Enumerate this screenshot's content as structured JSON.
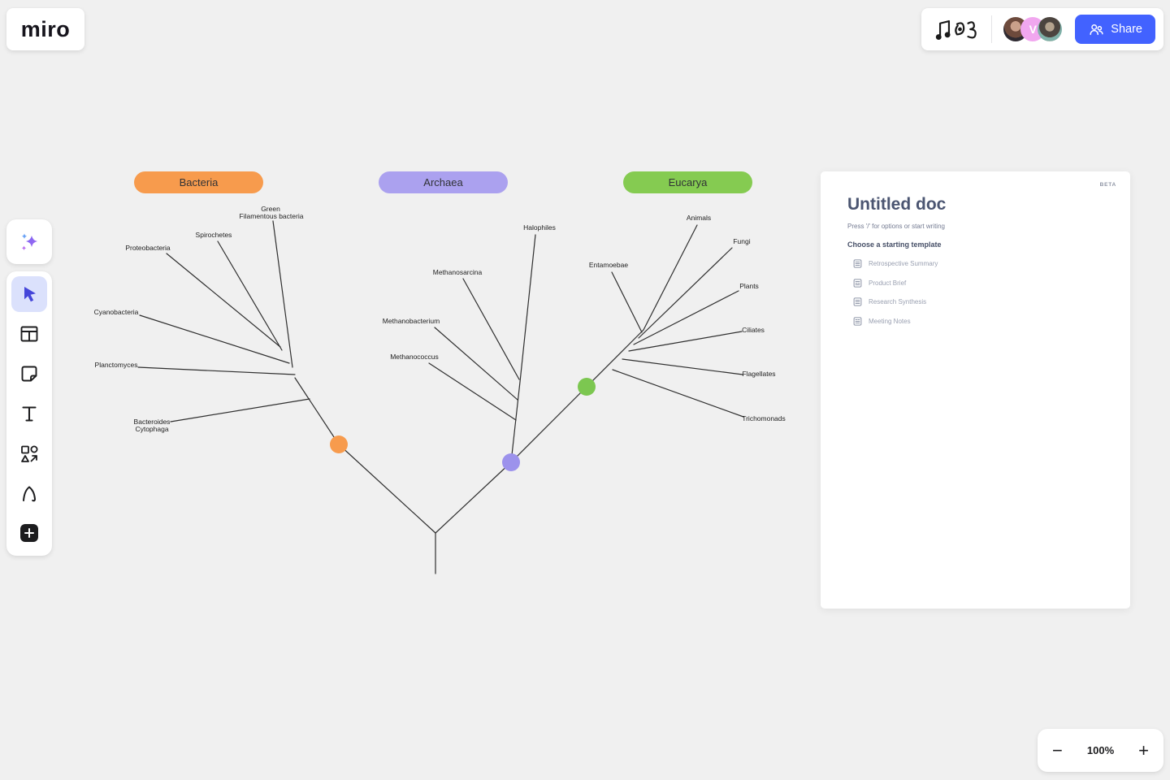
{
  "brand": {
    "logo_text": "miro"
  },
  "topbar": {
    "doodle_icon": "hand-drawn-music-note-doodle",
    "collaborators": [
      {
        "kind": "photo",
        "label": "collaborator-photo-1"
      },
      {
        "kind": "initial",
        "label": "V",
        "color": "#f1a7ef"
      },
      {
        "kind": "photo",
        "label": "collaborator-photo-2"
      }
    ],
    "share": {
      "label": "Share",
      "color": "#4262ff",
      "icon": "people-icon"
    }
  },
  "toolbar": {
    "items": [
      {
        "name": "ai-assist",
        "icon": "sparkles-icon"
      },
      {
        "name": "select",
        "icon": "cursor-icon",
        "active": true
      },
      {
        "name": "templates",
        "icon": "frame-grid-icon"
      },
      {
        "name": "sticky-note",
        "icon": "sticky-note-icon"
      },
      {
        "name": "text",
        "icon": "text-t-icon"
      },
      {
        "name": "shapes",
        "icon": "shapes-icon"
      },
      {
        "name": "pen",
        "icon": "pen-icon"
      },
      {
        "name": "more-tools",
        "icon": "plus-icon"
      }
    ]
  },
  "board": {
    "background": "#f0f0f0",
    "line_color": "#2f2f2f",
    "domains": [
      {
        "label": "Bacteria",
        "color": "#f79b4d"
      },
      {
        "label": "Archaea",
        "color": "#aba1ef"
      },
      {
        "label": "Eucarya",
        "color": "#85cb51"
      }
    ],
    "nodes": [
      {
        "name": "bacteria-node",
        "color": "#f79b4d"
      },
      {
        "name": "archaea-node",
        "color": "#9c92ec"
      },
      {
        "name": "eucarya-node",
        "color": "#7cc750"
      }
    ],
    "tree_labels": {
      "proteobacteria": "Proteobacteria",
      "spirochetes": "Spirochetes",
      "green_line1": "Green",
      "green_line2": "Filamentous bacteria",
      "cyanobacteria": "Cyanobacteria",
      "planctomyces": "Planctomyces",
      "bacteroides_line1": "Bacteroides",
      "bacteroides_line2": "Cytophaga",
      "methanosarcina": "Methanosarcina",
      "methanobacterium": "Methanobacterium",
      "methanococcus": "Methanococcus",
      "halophiles": "Halophiles",
      "animals": "Animals",
      "fungi": "Fungi",
      "entamoebae": "Entamoebae",
      "plants": "Plants",
      "ciliates": "Ciliates",
      "flagellates": "Flagellates",
      "trichomonads": "Trichomonads"
    }
  },
  "doc_panel": {
    "beta_label": "BETA",
    "title": "Untitled doc",
    "hint": "Press '/' for options or start writing",
    "template_heading": "Choose a starting template",
    "templates": [
      {
        "label": "Retrospective Summary",
        "icon": "document-icon"
      },
      {
        "label": "Product Brief",
        "icon": "document-icon"
      },
      {
        "label": "Research Synthesis",
        "icon": "document-icon"
      },
      {
        "label": "Meeting Notes",
        "icon": "document-icon"
      }
    ]
  },
  "zoom_controls": {
    "minus": "−",
    "level": "100%",
    "plus": "+"
  }
}
